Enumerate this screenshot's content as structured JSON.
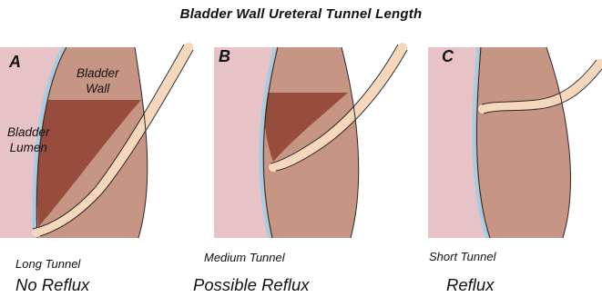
{
  "title": "Bladder Wall Ureteral Tunnel Length",
  "panels": [
    {
      "letter": "A",
      "tunnel": "Long Tunnel",
      "outcome": "No Reflux"
    },
    {
      "letter": "B",
      "tunnel": "Medium Tunnel",
      "outcome": "Possible Reflux"
    },
    {
      "letter": "C",
      "tunnel": "Short Tunnel",
      "outcome": "Reflux"
    }
  ],
  "labels": {
    "bladder_wall_line1": "Bladder",
    "bladder_wall_line2": "Wall",
    "bladder_lumen_line1": "Bladder",
    "bladder_lumen_line2": "Lumen"
  },
  "colors": {
    "lumen": "#e7c2c7",
    "wall": "#c69583",
    "tunnel": "#9a4e3f",
    "ureter": "#f7d7bb",
    "mucosa": "#a8cde2",
    "outline": "#2a2a2a"
  }
}
